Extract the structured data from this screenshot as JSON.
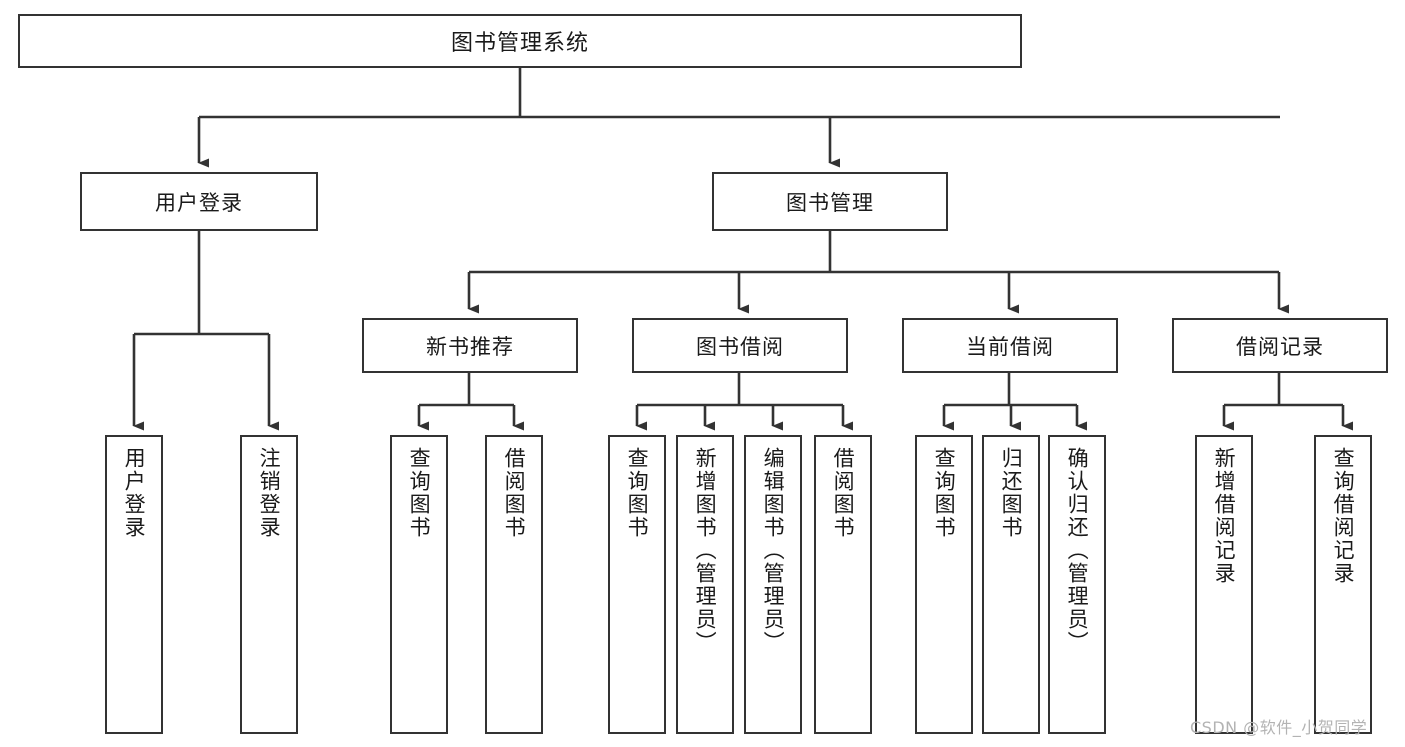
{
  "diagram": {
    "title": "图书管理系统",
    "type": "tree",
    "watermark": "CSDN @软件_小贺同学",
    "colors": {
      "border": "#333333",
      "background": "#ffffff",
      "text": "#1a1a1a",
      "watermark": "#b3b3b3"
    },
    "nodes": {
      "root": {
        "label": "图书管理系统",
        "level": 1
      },
      "user_login": {
        "label": "用户登录",
        "level": 2
      },
      "book_manage": {
        "label": "图书管理",
        "level": 2
      },
      "new_book_rec": {
        "label": "新书推荐",
        "level": 3
      },
      "book_borrow": {
        "label": "图书借阅",
        "level": 3
      },
      "current_borrow": {
        "label": "当前借阅",
        "level": 3
      },
      "borrow_record": {
        "label": "借阅记录",
        "level": 3
      },
      "leaf_user_login": {
        "label": "用户登录",
        "level": 4
      },
      "leaf_user_logout": {
        "label": "注销登录",
        "level": 4
      },
      "leaf_rec_query": {
        "label": "查询图书",
        "level": 4
      },
      "leaf_rec_borrow": {
        "label": "借阅图书",
        "level": 4
      },
      "leaf_borrow_query": {
        "label": "查询图书",
        "level": 4
      },
      "leaf_borrow_add": {
        "label": "新增图书（管理员）",
        "level": 4
      },
      "leaf_borrow_edit": {
        "label": "编辑图书（管理员）",
        "level": 4
      },
      "leaf_borrow_do": {
        "label": "借阅图书",
        "level": 4
      },
      "leaf_cur_query": {
        "label": "查询图书",
        "level": 4
      },
      "leaf_cur_return": {
        "label": "归还图书",
        "level": 4
      },
      "leaf_cur_confirm": {
        "label": "确认归还（管理员）",
        "level": 4
      },
      "leaf_rec_add": {
        "label": "新增借阅记录",
        "level": 4
      },
      "leaf_rec_query2": {
        "label": "查询借阅记录",
        "level": 4
      }
    },
    "edges": [
      {
        "from": "root",
        "to": "user_login"
      },
      {
        "from": "root",
        "to": "book_manage"
      },
      {
        "from": "user_login",
        "to": "leaf_user_login"
      },
      {
        "from": "user_login",
        "to": "leaf_user_logout"
      },
      {
        "from": "book_manage",
        "to": "new_book_rec"
      },
      {
        "from": "book_manage",
        "to": "book_borrow"
      },
      {
        "from": "book_manage",
        "to": "current_borrow"
      },
      {
        "from": "book_manage",
        "to": "borrow_record"
      },
      {
        "from": "new_book_rec",
        "to": "leaf_rec_query"
      },
      {
        "from": "new_book_rec",
        "to": "leaf_rec_borrow"
      },
      {
        "from": "book_borrow",
        "to": "leaf_borrow_query"
      },
      {
        "from": "book_borrow",
        "to": "leaf_borrow_add"
      },
      {
        "from": "book_borrow",
        "to": "leaf_borrow_edit"
      },
      {
        "from": "book_borrow",
        "to": "leaf_borrow_do"
      },
      {
        "from": "current_borrow",
        "to": "leaf_cur_query"
      },
      {
        "from": "current_borrow",
        "to": "leaf_cur_return"
      },
      {
        "from": "current_borrow",
        "to": "leaf_cur_confirm"
      },
      {
        "from": "borrow_record",
        "to": "leaf_rec_add"
      },
      {
        "from": "borrow_record",
        "to": "leaf_rec_query2"
      }
    ]
  }
}
